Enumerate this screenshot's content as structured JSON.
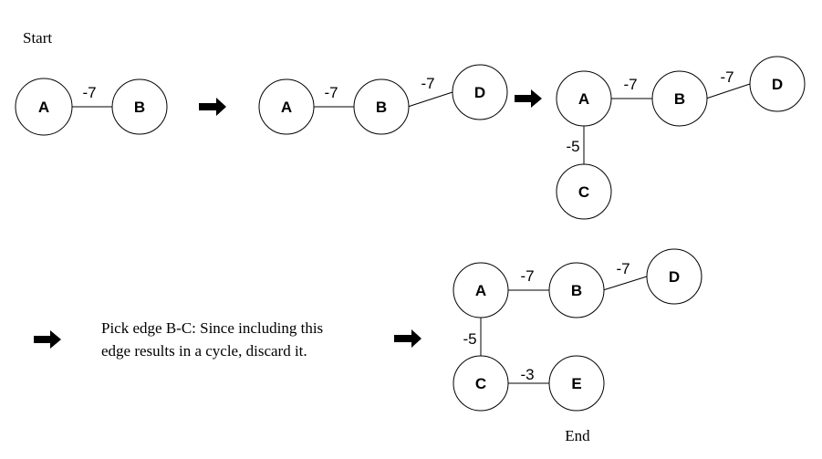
{
  "captions": {
    "start": "Start",
    "end": "End",
    "note_line1": "Pick edge B-C: Since including this",
    "note_line2": "edge results in a cycle, discard it."
  },
  "nodes": {
    "A": "A",
    "B": "B",
    "C": "C",
    "D": "D",
    "E": "E"
  },
  "weights": {
    "AB": "-7",
    "BD": "-7",
    "AC": "-5",
    "CE": "-3"
  },
  "colors": {
    "stroke": "#000000",
    "fill": "#ffffff",
    "arrow": "#000000"
  },
  "icons": {
    "step_arrow": "right-arrow-icon"
  }
}
